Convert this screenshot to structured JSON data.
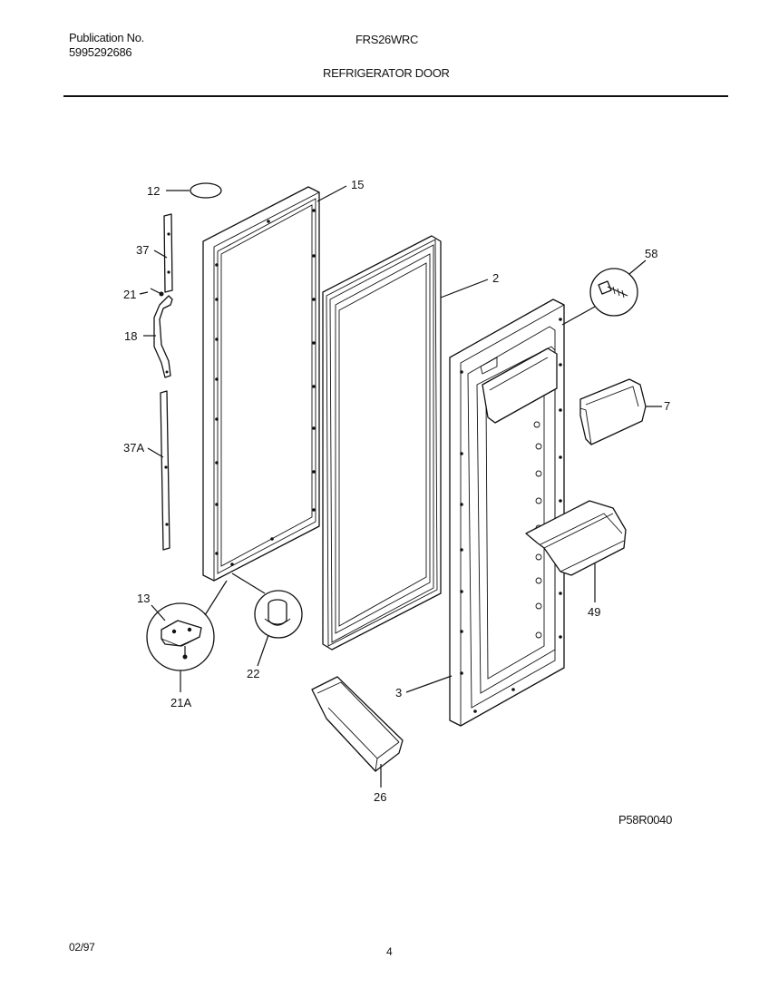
{
  "header": {
    "publication_label": "Publication No.",
    "publication_number": "5995292686",
    "model": "FRS26WRC",
    "section_title": "REFRIGERATOR DOOR"
  },
  "callouts": {
    "p12": "12",
    "p15": "15",
    "p37": "37",
    "p21": "21",
    "p18": "18",
    "p37a": "37A",
    "p13": "13",
    "p21a": "21A",
    "p22": "22",
    "p2": "2",
    "p58": "58",
    "p7": "7",
    "p49": "49",
    "p3": "3",
    "p26": "26"
  },
  "diagram_code": "P58R0040",
  "footer": {
    "date": "02/97",
    "page": "4"
  }
}
